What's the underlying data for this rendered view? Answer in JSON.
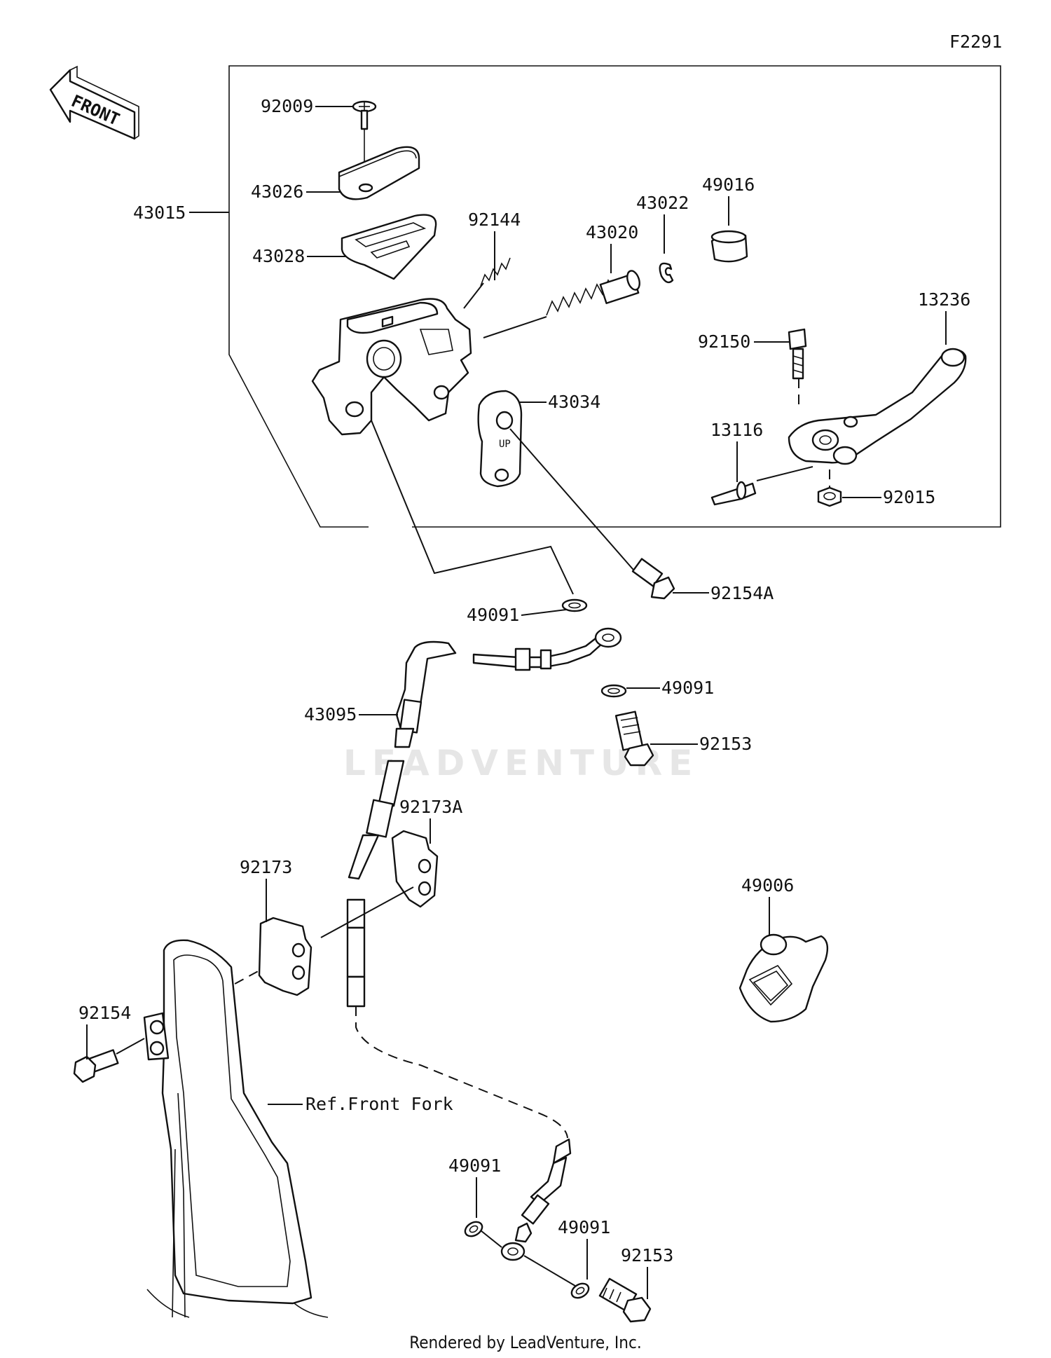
{
  "diagram_code": "F2291",
  "front_label": "FRONT",
  "watermark": "LEADVENTURE",
  "footer": "Rendered by LeadVenture, Inc.",
  "reference_label": "Ref.Front Fork",
  "up_mark": "UP",
  "labels": {
    "l92009": "92009",
    "l43026": "43026",
    "l43015": "43015",
    "l43028": "43028",
    "l92144": "92144",
    "l43020": "43020",
    "l43022": "43022",
    "l49016": "49016",
    "l13236": "13236",
    "l92150": "92150",
    "l43034": "43034",
    "l13116": "13116",
    "l92015": "92015",
    "l92154A": "92154A",
    "l49091a": "49091",
    "l49091b": "49091",
    "l43095": "43095",
    "l92153a": "92153",
    "l92173A": "92173A",
    "l92173": "92173",
    "l49006": "49006",
    "l92154": "92154",
    "l49091c": "49091",
    "l49091d": "49091",
    "l92153b": "92153"
  }
}
